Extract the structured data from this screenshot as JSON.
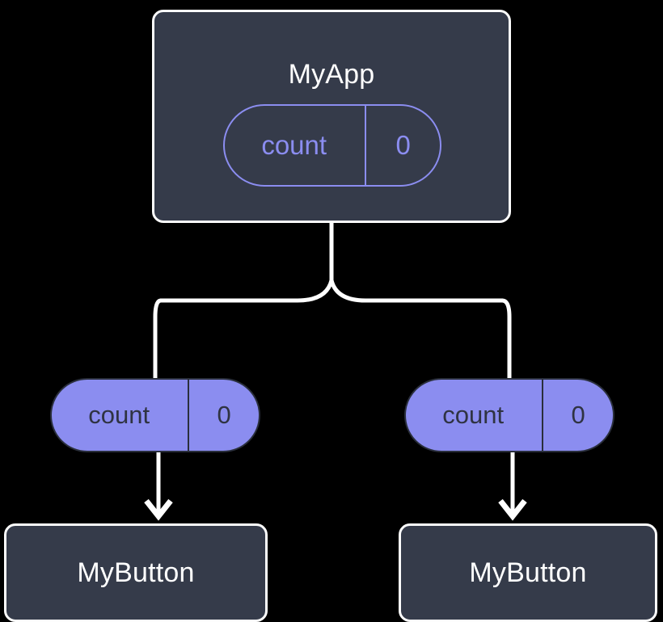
{
  "diagram": {
    "type": "widget-tree",
    "background_color": "#000000",
    "root": {
      "name": "MyApp",
      "box_color": "#353b4a",
      "border_color": "#fdfdfd",
      "title_color": "#ffffff",
      "state": {
        "key": "count",
        "value": "0",
        "style": "outlined",
        "accent_color": "#8b8df0"
      }
    },
    "children": [
      {
        "name": "MyButton",
        "box_color": "#353b4a",
        "border_color": "#fdfdfd",
        "title_color": "#ffffff",
        "state": {
          "key": "count",
          "value": "0",
          "style": "filled",
          "fill_color": "#8b8df0",
          "text_color": "#2f3342"
        }
      },
      {
        "name": "MyButton",
        "box_color": "#353b4a",
        "border_color": "#fdfdfd",
        "title_color": "#ffffff",
        "state": {
          "key": "count",
          "value": "0",
          "style": "filled",
          "fill_color": "#8b8df0",
          "text_color": "#2f3342"
        }
      }
    ],
    "connectors": {
      "color": "#ffffff",
      "stroke_width": 5,
      "arrow_style": "chevron"
    }
  }
}
